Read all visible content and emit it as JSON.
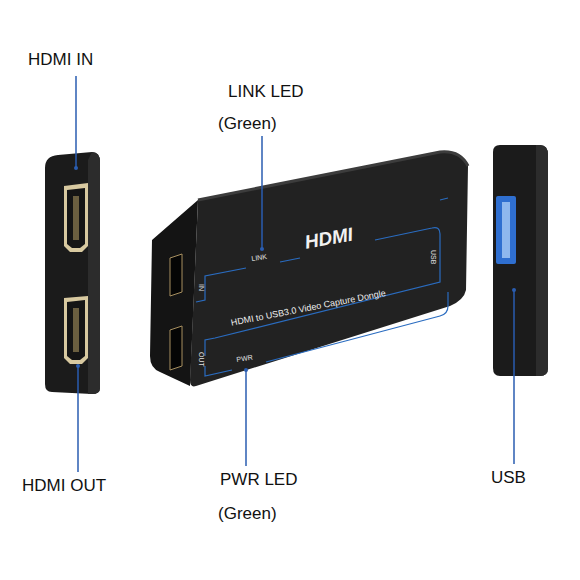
{
  "diagram": {
    "labels": [
      "HDMI IN",
      "LINK LED",
      "(Green)",
      "HDMI OUT",
      "PWR LED",
      "(Green)",
      "USB",
      "HDMI",
      "LINK",
      "HDMI to USB3.0 Video Capture Dongle",
      "PWR",
      "IN",
      "OUT",
      "USB"
    ]
  }
}
